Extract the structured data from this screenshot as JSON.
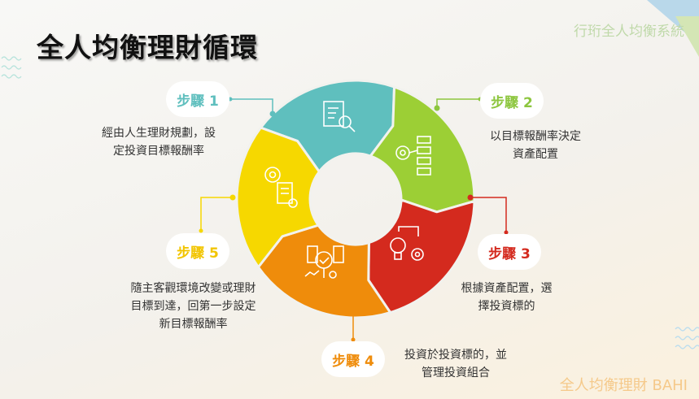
{
  "title": "全人均衡理財循環",
  "brand": "行珩全人均衡系統",
  "footer": "全人均衡理財 BAHI",
  "colors": {
    "teal": "#5fbfbe",
    "green": "#9ccf35",
    "red": "#d42a1e",
    "orange": "#ef8c0b",
    "yellow": "#f6d800"
  },
  "steps": [
    {
      "label": "步驟 1",
      "desc": "經由人生理財規劃，設\n定投資目標報酬率",
      "color": "#5fbfbe",
      "icon": "document-search-icon"
    },
    {
      "label": "步驟 2",
      "desc": "以目標報酬率決定\n資產配置",
      "color": "#8dc63f",
      "icon": "target-checklist-icon"
    },
    {
      "label": "步驟 3",
      "desc": "根據資產配置，選\n擇投資標的",
      "color": "#d42a1e",
      "icon": "lightbulb-gear-icon"
    },
    {
      "label": "步驟 4",
      "desc": "投資於投資標的，並\n管理投資組合",
      "color": "#ef8c0b",
      "icon": "portfolio-review-icon"
    },
    {
      "label": "步驟 5",
      "desc": "隨主客觀環境改變或理財\n目標到達，回第一步設定\n新目標報酬率",
      "color": "#f2c500",
      "icon": "gear-document-icon"
    }
  ]
}
